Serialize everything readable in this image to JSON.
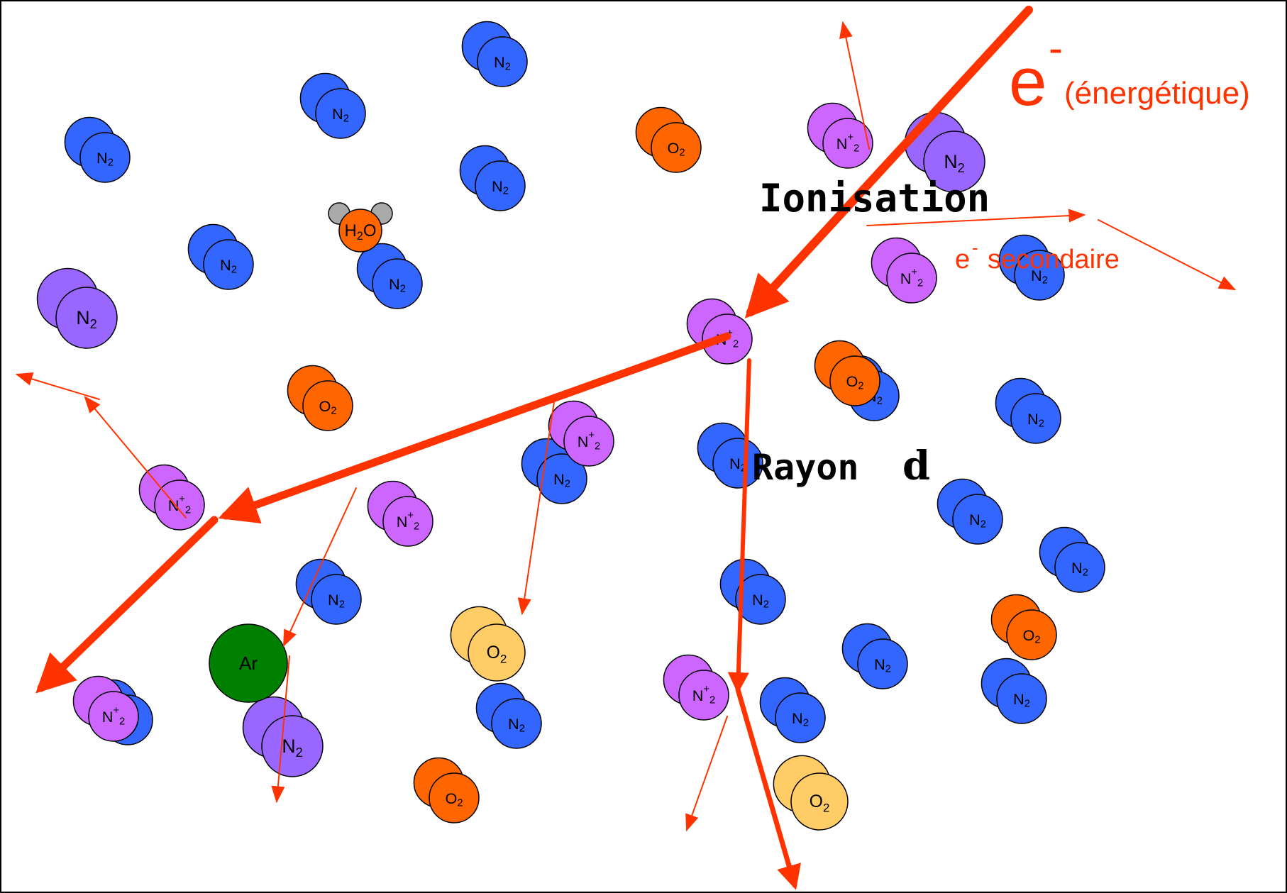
{
  "labels": {
    "electron_symbol": "e",
    "electron_superscript": "-",
    "electron_qualifier": "(énergétique)",
    "ionisation": "Ionisation",
    "secondary_symbol": "e",
    "secondary_superscript": "-",
    "secondary_text": "secondaire",
    "delta_ray_word": "Rayon",
    "delta_ray_symbol": "d"
  },
  "colors": {
    "n2": "#3366ff",
    "n2_excited": "#9966ff",
    "n2_ion": "#cc66ff",
    "o2": "#ff6600",
    "o2_light": "#ffcc66",
    "argon": "#008000",
    "h2o_hydrogen": "#aaaaaa",
    "arrow": "#ff3300",
    "label_red": "#ff3300",
    "label_black": "#000000"
  },
  "species": {
    "N2": {
      "base": "N",
      "sub": "2",
      "sup": ""
    },
    "N2+": {
      "base": "N",
      "sub": "2",
      "sup": "+"
    },
    "O2": {
      "base": "O",
      "sub": "2",
      "sup": ""
    },
    "Ar": {
      "base": "Ar",
      "sub": "",
      "sup": ""
    },
    "H2O": {
      "base": "H",
      "sub": "2",
      "sup": "",
      "tail": "O"
    }
  }
}
